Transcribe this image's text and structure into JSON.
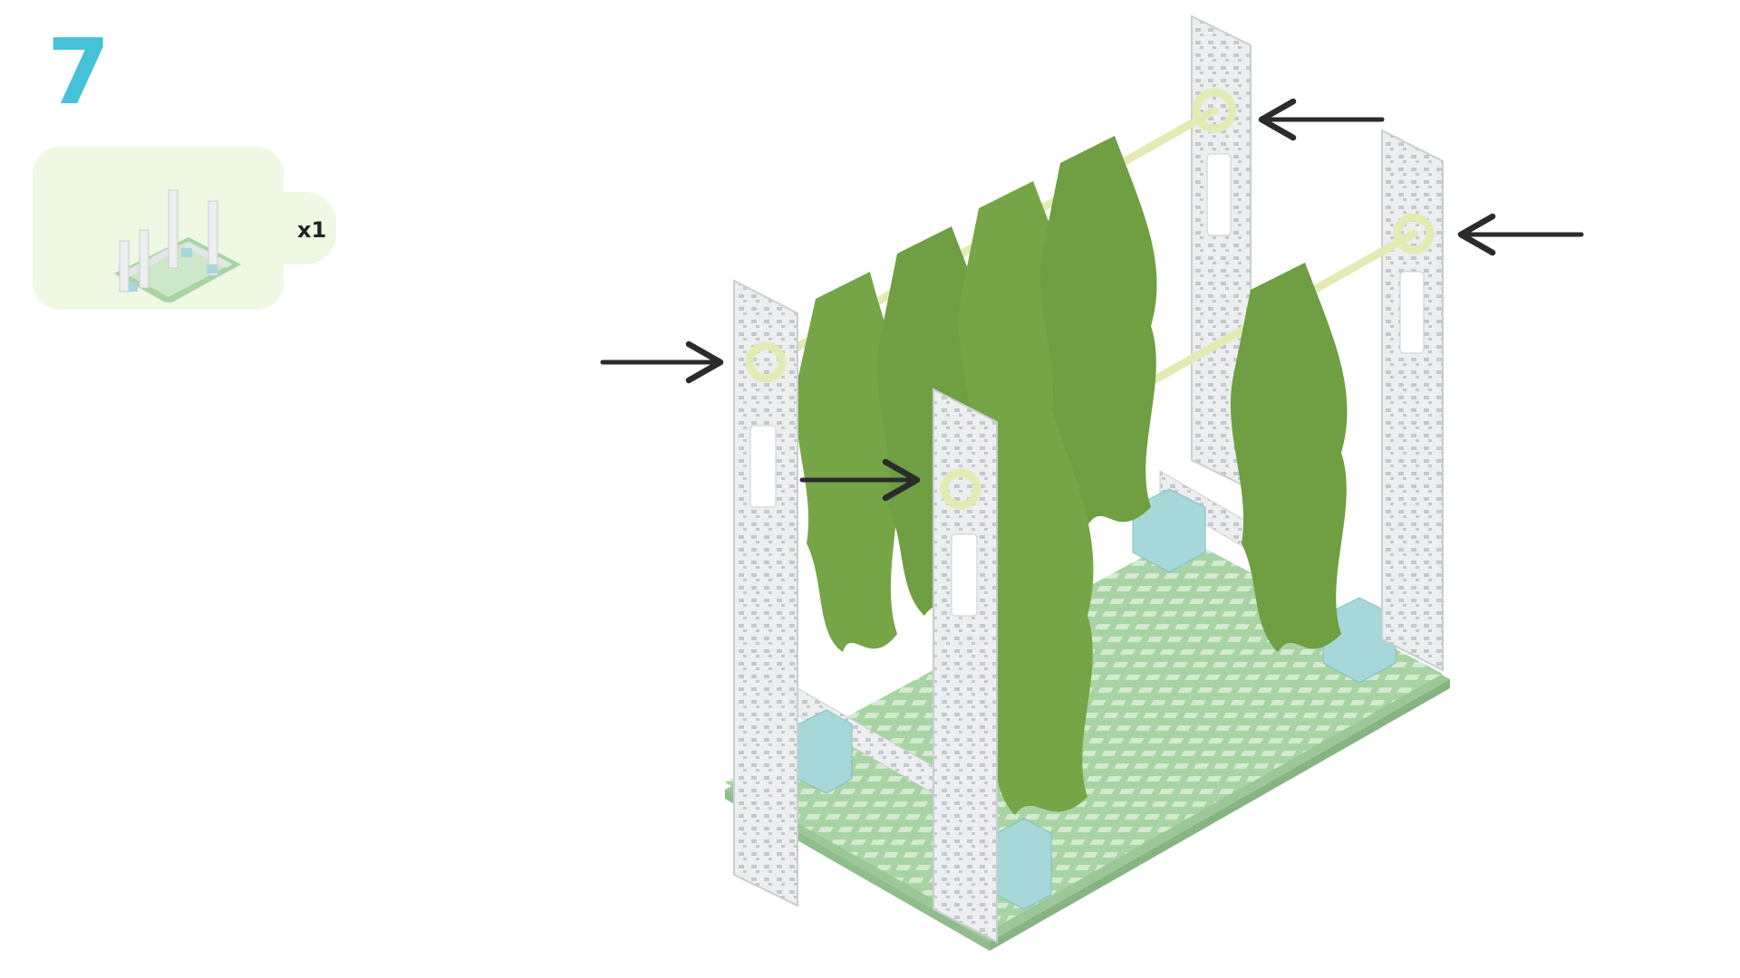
{
  "step": {
    "number": "7"
  },
  "parts": {
    "quantity": "x1"
  },
  "colors": {
    "step_number": "#45c1d9",
    "panel_bg": "#eef8e3",
    "base_plate": "#a8d3a4",
    "base_grid": "#cde8c8",
    "post": "#eceeef",
    "post_shadow": "#c9ced1",
    "connector": "#a6d8d9",
    "leaf": "#76a548",
    "leaf_dark": "#5f8d38",
    "rope": "#e3ebb4",
    "arrow": "#2b2b2b"
  },
  "icons": [
    "sub-assembly-thumbnail",
    "left-arrow-icon",
    "right-arrow-icon"
  ]
}
